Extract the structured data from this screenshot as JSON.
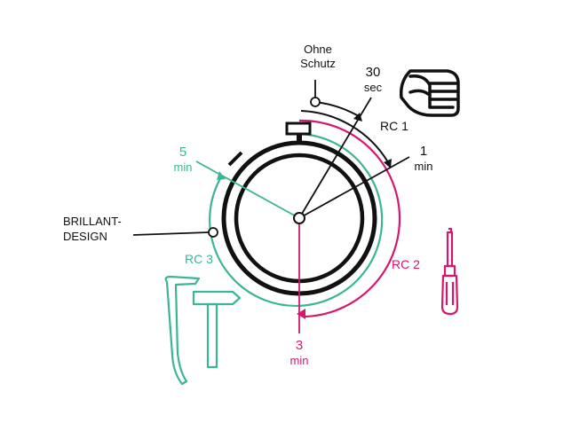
{
  "labels": {
    "ohne_schutz_1": "Ohne",
    "ohne_schutz_2": "Schutz",
    "t30_1": "30",
    "t30_2": "sec",
    "rc1": "RC 1",
    "t1_1": "1",
    "t1_2": "min",
    "t5_1": "5",
    "t5_2": "min",
    "brillant_1": "BRILLANT-",
    "brillant_2": "DESIGN",
    "rc3": "RC 3",
    "rc2": "RC 2",
    "t3_1": "3",
    "t3_2": "min"
  },
  "colors": {
    "black": "#111111",
    "green": "#3bb596",
    "magenta": "#d5176e"
  },
  "icons": {
    "fist": "fist-icon",
    "screwdriver": "screwdriver-icon",
    "crowbar": "crowbar-icon",
    "hammer": "hammer-icon"
  }
}
